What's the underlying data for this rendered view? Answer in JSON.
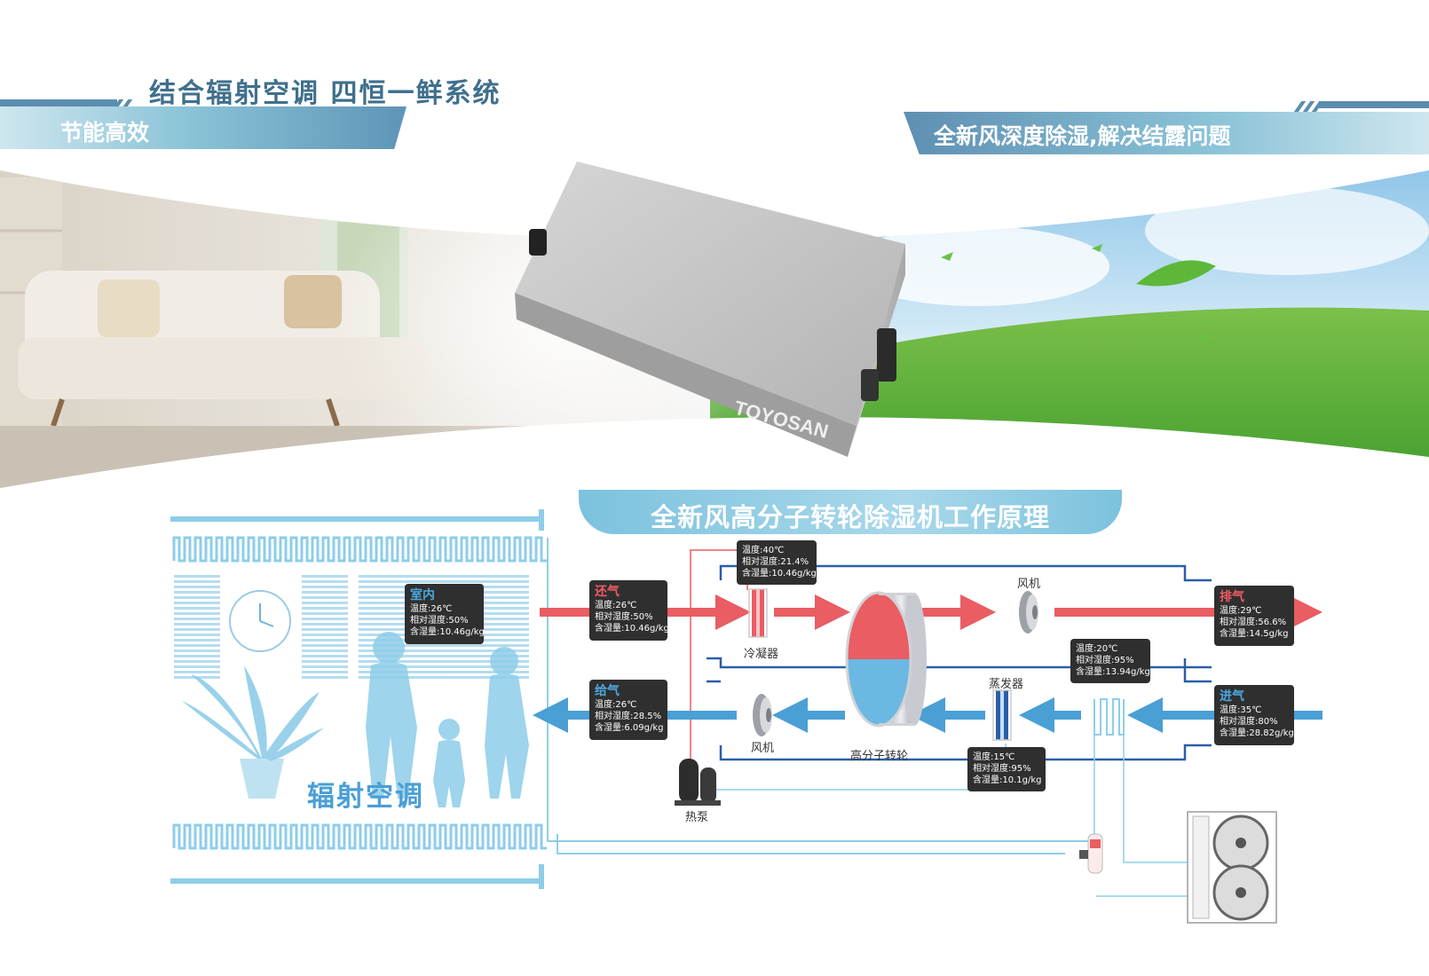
{
  "header": {
    "main_title": "结合辐射空调 四恒一鲜系统",
    "left_tag": "节能高效",
    "right_tag": "全新风深度除湿,解决结露问题"
  },
  "product": {
    "brand": "TOYOSAN"
  },
  "diagram": {
    "title": "全新风高分子转轮除湿机工作原理",
    "radiant_label": "辐射空调",
    "indoor": {
      "label": "室内",
      "temp": "温度:26℃",
      "rh": "相对湿度:50%",
      "moisture": "含湿量:10.46g/kg"
    },
    "return_air": {
      "label": "还气",
      "temp": "温度:26℃",
      "rh": "相对湿度:50%",
      "moisture": "含湿量:10.46g/kg"
    },
    "supply_air": {
      "label": "给气",
      "temp": "温度:26℃",
      "rh": "相对湿度:28.5%",
      "moisture": "含湿量:6.09g/kg"
    },
    "exhaust_air": {
      "label": "排气",
      "temp": "温度:29℃",
      "rh": "相对湿度:56.6%",
      "moisture": "含湿量:14.5g/kg"
    },
    "intake_air": {
      "label": "进气",
      "temp": "温度:35℃",
      "rh": "相对湿度:80%",
      "moisture": "含湿量:28.82g/kg"
    },
    "after_condenser": {
      "temp": "温度:40℃",
      "rh": "相对湿度:21.4%",
      "moisture": "含湿量:10.46g/kg"
    },
    "before_evaporator": {
      "temp": "温度:20℃",
      "rh": "相对湿度:95%",
      "moisture": "含湿量:13.94g/kg"
    },
    "after_evaporator": {
      "temp": "温度:15℃",
      "rh": "相对湿度:95%",
      "moisture": "含湿量:10.1g/kg"
    },
    "components": {
      "fan_top": "风机",
      "fan_bottom": "风机",
      "condenser": "冷凝器",
      "evaporator": "蒸发器",
      "rotor": "高分子转轮",
      "heat_pump": "热泵"
    }
  },
  "colors": {
    "warm": "#e95d63",
    "cool": "#4a9fd5",
    "duct": "#2a5ea8",
    "ribbon": "#5b8dae",
    "data_box": "#2f2f2f"
  }
}
